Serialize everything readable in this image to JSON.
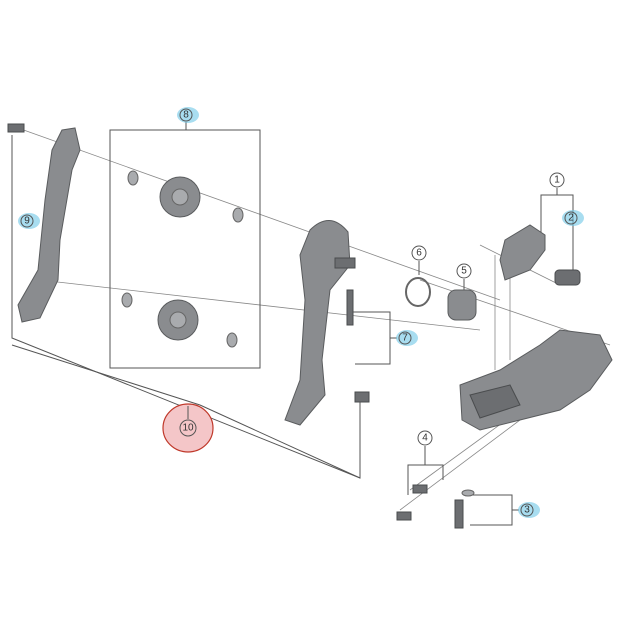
{
  "diagram": {
    "type": "exploded-parts-diagram",
    "highlight_color": "#6ec6e6",
    "selected_color": "#f4c6c8",
    "selected_border_color": "#c0392b",
    "callouts": [
      {
        "number": "1",
        "highlighted": false
      },
      {
        "number": "2",
        "highlighted": true
      },
      {
        "number": "3",
        "highlighted": true
      },
      {
        "number": "4",
        "highlighted": false
      },
      {
        "number": "5",
        "highlighted": false
      },
      {
        "number": "6",
        "highlighted": false
      },
      {
        "number": "7",
        "highlighted": true
      },
      {
        "number": "8",
        "highlighted": true
      },
      {
        "number": "9",
        "highlighted": true
      },
      {
        "number": "10",
        "highlighted": false,
        "selected": true
      }
    ]
  }
}
